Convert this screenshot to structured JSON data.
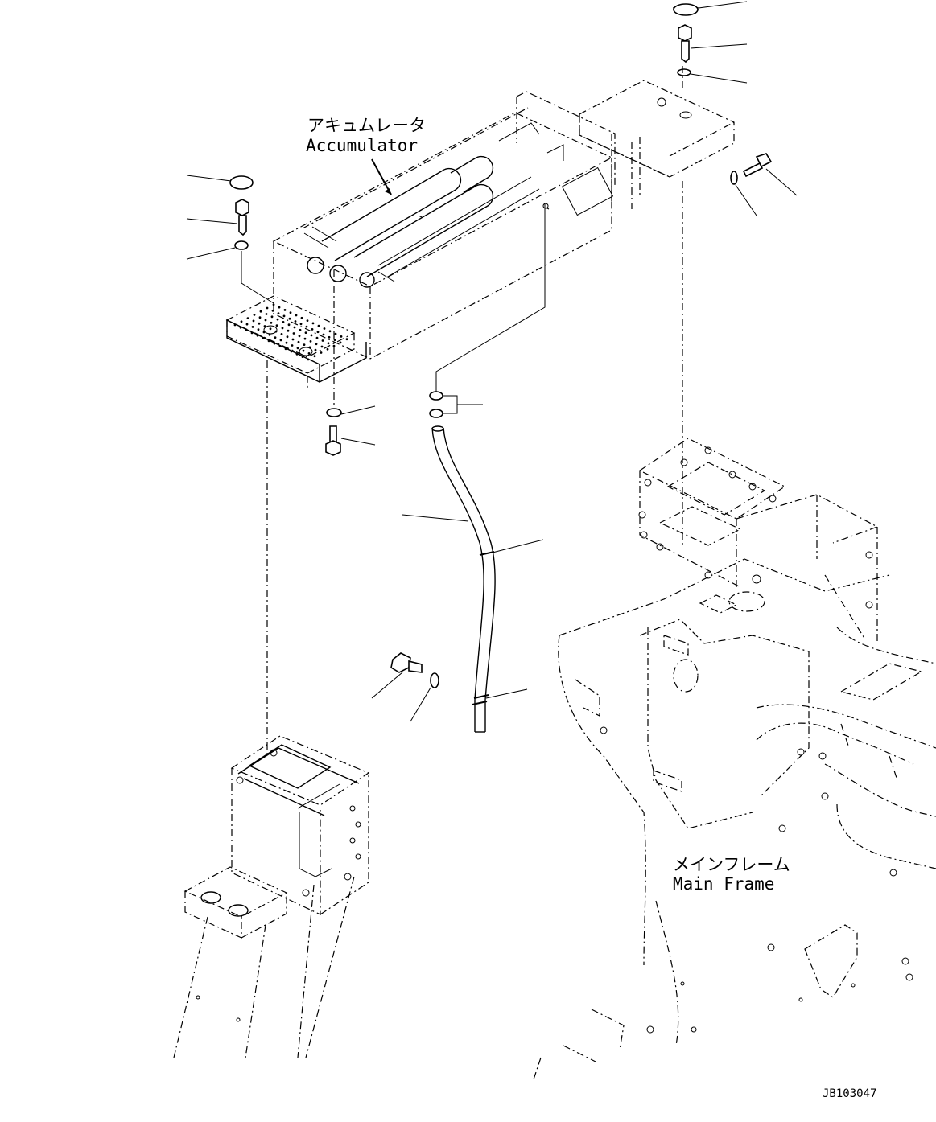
{
  "labels": {
    "accumulator_jp": "アキュムレータ",
    "accumulator_en": "Accumulator",
    "main_frame_jp": "メインフレーム",
    "main_frame_en": "Main Frame",
    "drawing_id": "JB103047"
  },
  "colors": {
    "line": "#000000",
    "background": "#ffffff"
  }
}
